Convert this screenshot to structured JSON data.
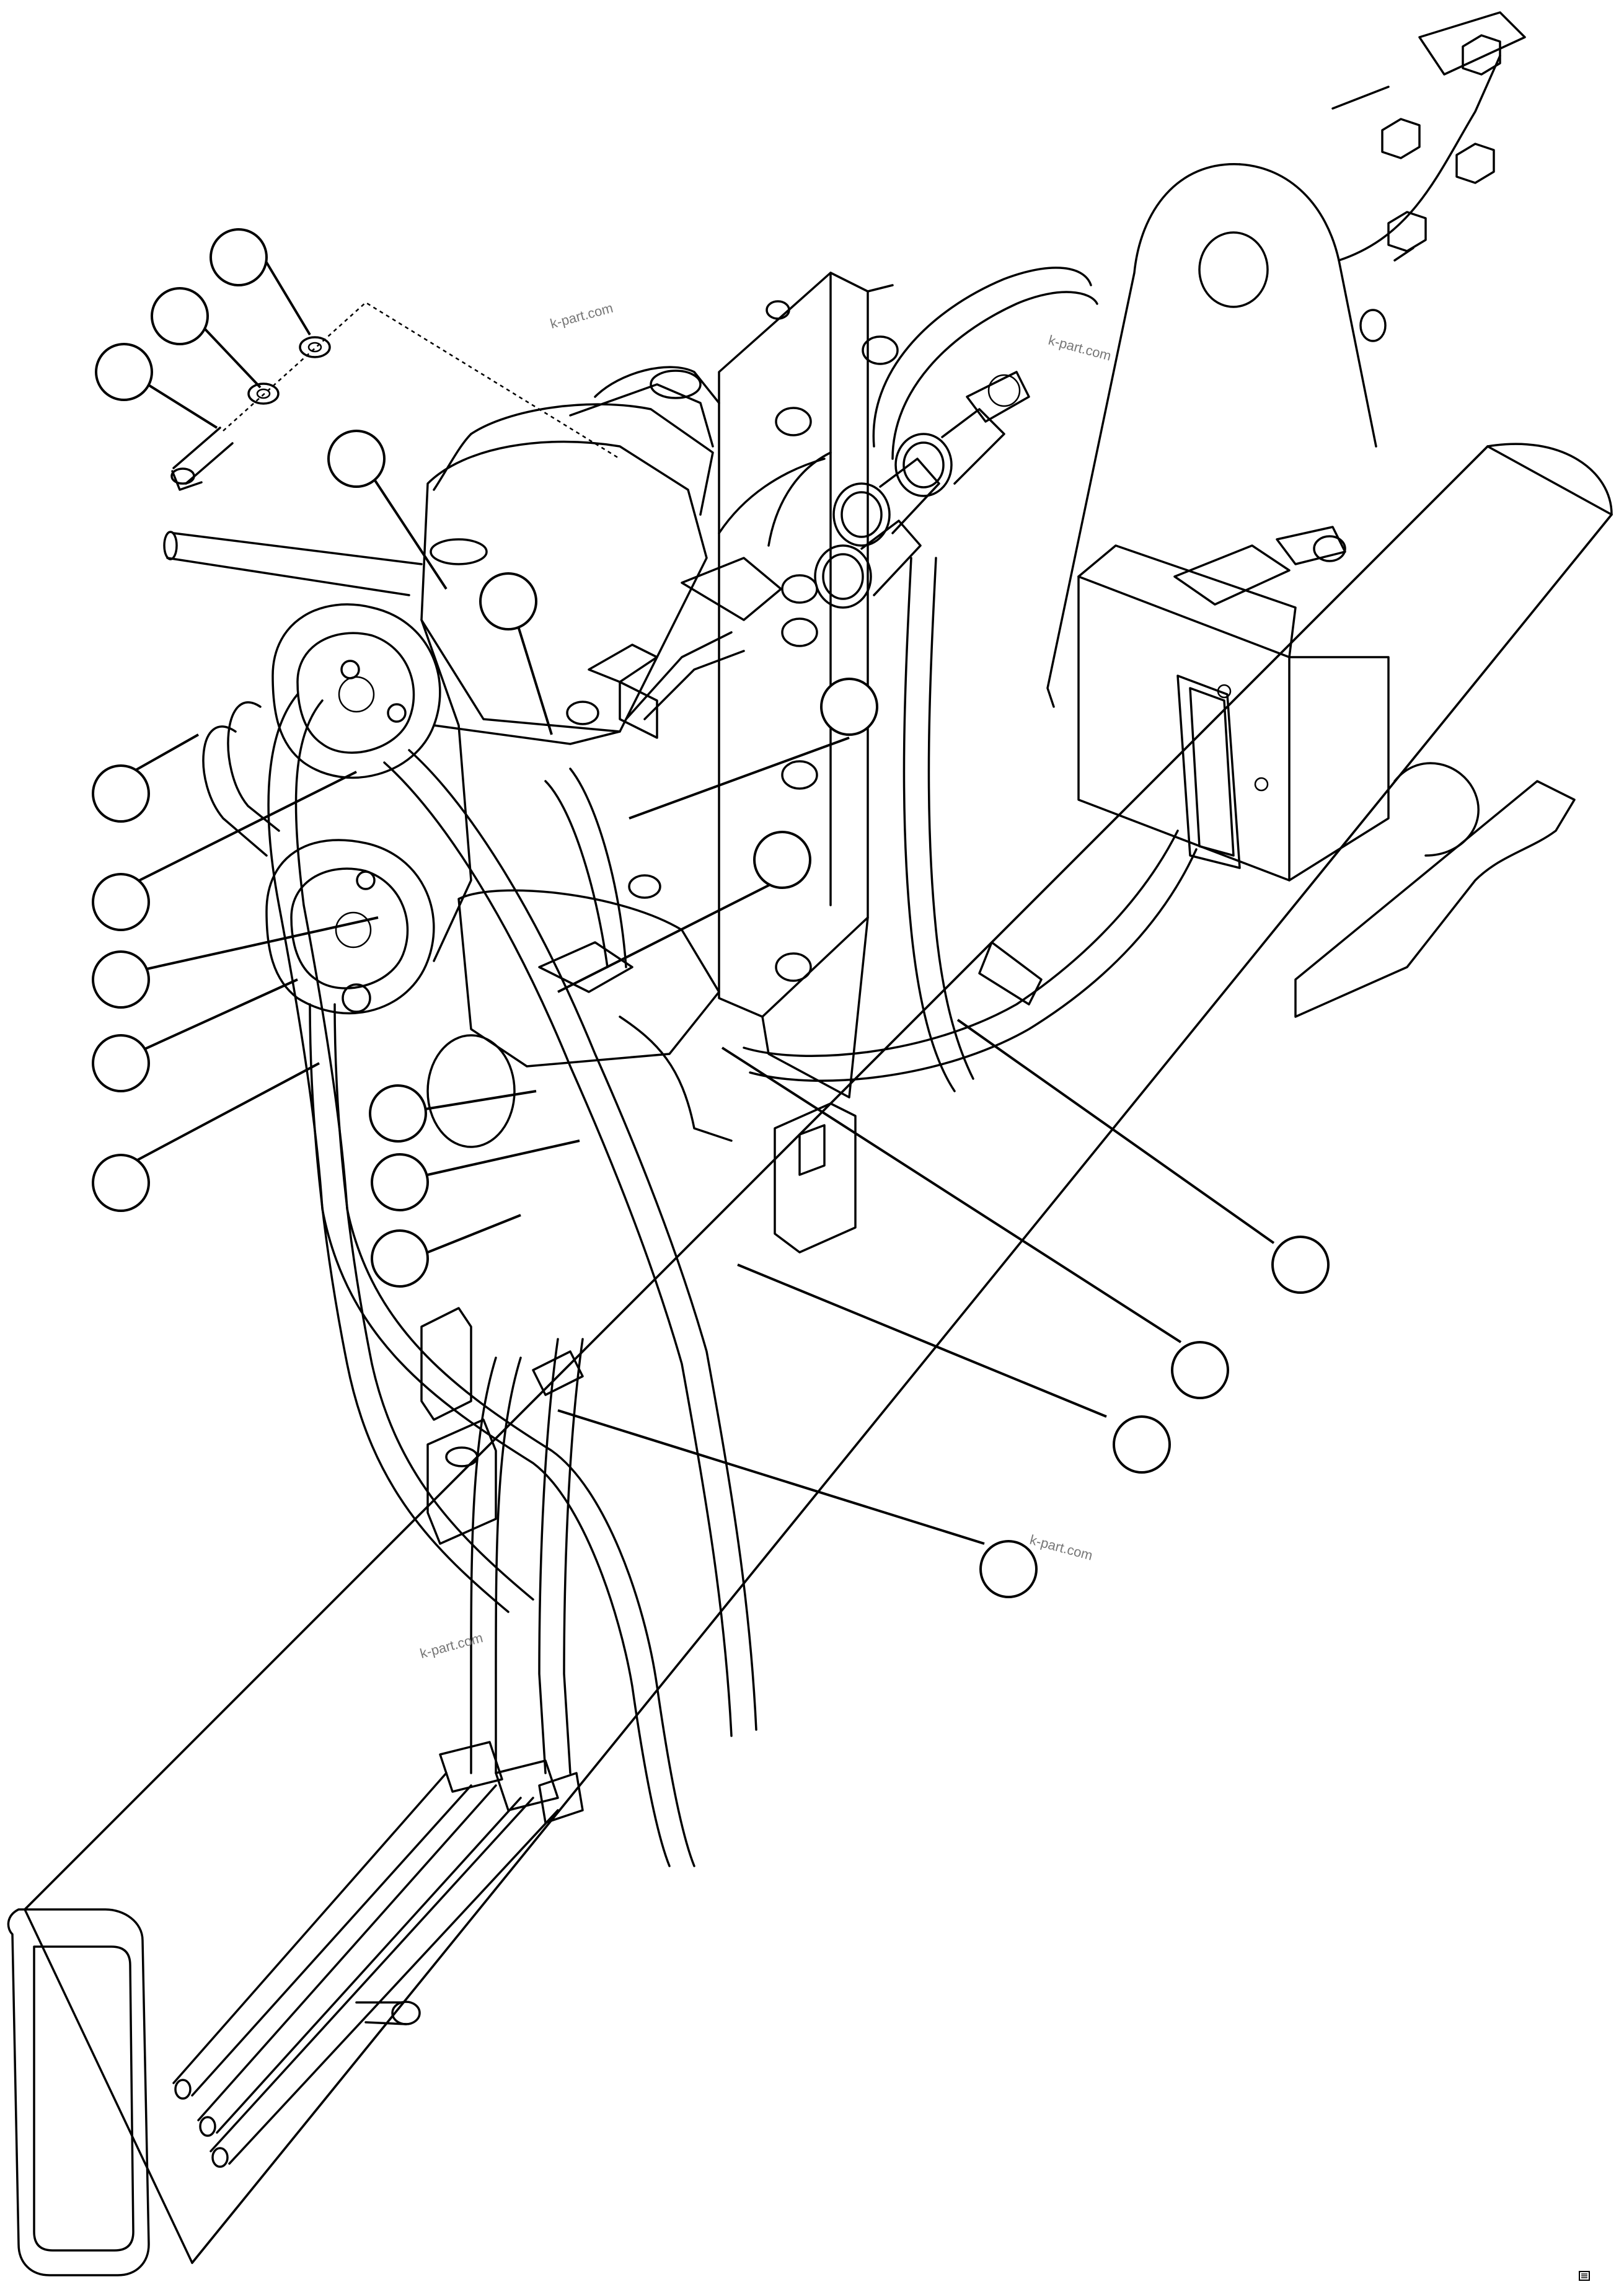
{
  "watermarks": [
    "k-part.com",
    "k-part.com",
    "k-part.com",
    "k-part.com"
  ],
  "callouts": [
    {
      "id": "c1"
    },
    {
      "id": "c2"
    },
    {
      "id": "c3"
    },
    {
      "id": "c4"
    },
    {
      "id": "c5"
    },
    {
      "id": "c6"
    },
    {
      "id": "c7"
    },
    {
      "id": "c8"
    },
    {
      "id": "c9"
    },
    {
      "id": "c10"
    },
    {
      "id": "c11"
    },
    {
      "id": "c12"
    },
    {
      "id": "c13"
    },
    {
      "id": "c14"
    },
    {
      "id": "c15"
    },
    {
      "id": "c16"
    },
    {
      "id": "c17"
    },
    {
      "id": "c18"
    },
    {
      "id": "c19"
    },
    {
      "id": "c20"
    },
    {
      "id": "c21"
    }
  ],
  "icons": {
    "corner_mark": "figure-id-icon"
  }
}
